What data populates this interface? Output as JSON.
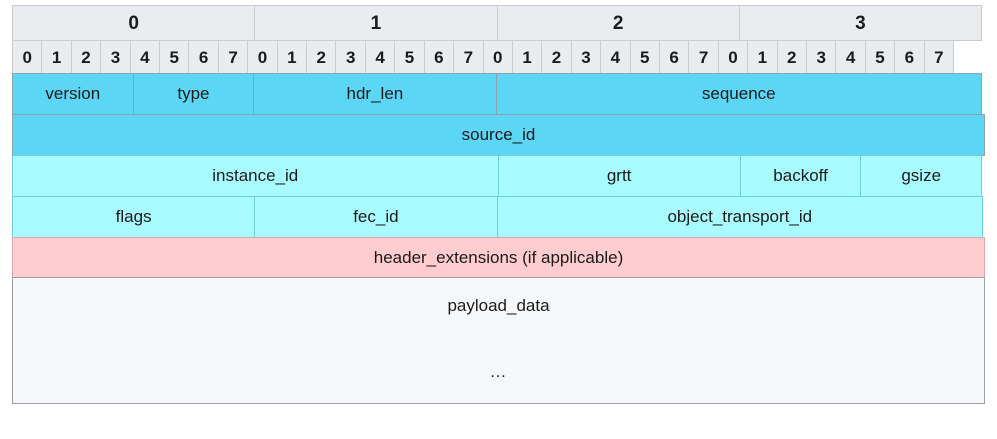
{
  "diagram": {
    "title": "packet-header-layout",
    "bits_per_row": 32,
    "byte_header": [
      "0",
      "1",
      "2",
      "3"
    ],
    "bit_header": [
      "0",
      "1",
      "2",
      "3",
      "4",
      "5",
      "6",
      "7",
      "0",
      "1",
      "2",
      "3",
      "4",
      "5",
      "6",
      "7",
      "0",
      "1",
      "2",
      "3",
      "4",
      "5",
      "6",
      "7",
      "0",
      "1",
      "2",
      "3",
      "4",
      "5",
      "6",
      "7"
    ],
    "colors": {
      "header_bg": "#eaedf0",
      "header_border": "#c9cdd2",
      "field_dark": "#5bd6f5",
      "field_light": "#a8fbff",
      "field_pink": "#ffcccf",
      "payload_bg": "#f7f8fa",
      "payload_border": "#9aa0a6",
      "text": "#1b1b1b"
    },
    "rows": [
      {
        "index": 0,
        "fields": [
          {
            "label": "version",
            "bits": 4,
            "color": "dark"
          },
          {
            "label": "type",
            "bits": 4,
            "color": "dark"
          },
          {
            "label": "hdr_len",
            "bits": 8,
            "color": "dark"
          },
          {
            "label": "sequence",
            "bits": 16,
            "color": "dark"
          }
        ]
      },
      {
        "index": 1,
        "fields": [
          {
            "label": "source_id",
            "bits": 32,
            "color": "dark"
          }
        ]
      },
      {
        "index": 2,
        "fields": [
          {
            "label": "instance_id",
            "bits": 16,
            "color": "light"
          },
          {
            "label": "grtt",
            "bits": 8,
            "color": "light"
          },
          {
            "label": "backoff",
            "bits": 4,
            "color": "light"
          },
          {
            "label": "gsize",
            "bits": 4,
            "color": "light"
          }
        ]
      },
      {
        "index": 3,
        "fields": [
          {
            "label": "flags",
            "bits": 8,
            "color": "light"
          },
          {
            "label": "fec_id",
            "bits": 8,
            "color": "light"
          },
          {
            "label": "object_transport_id",
            "bits": 16,
            "color": "light"
          }
        ]
      },
      {
        "index": 4,
        "fields": [
          {
            "label": "header_extensions (if applicable)",
            "bits": 32,
            "color": "pink"
          }
        ]
      }
    ],
    "payload": {
      "label": "payload_data",
      "ellipsis": "…"
    }
  }
}
